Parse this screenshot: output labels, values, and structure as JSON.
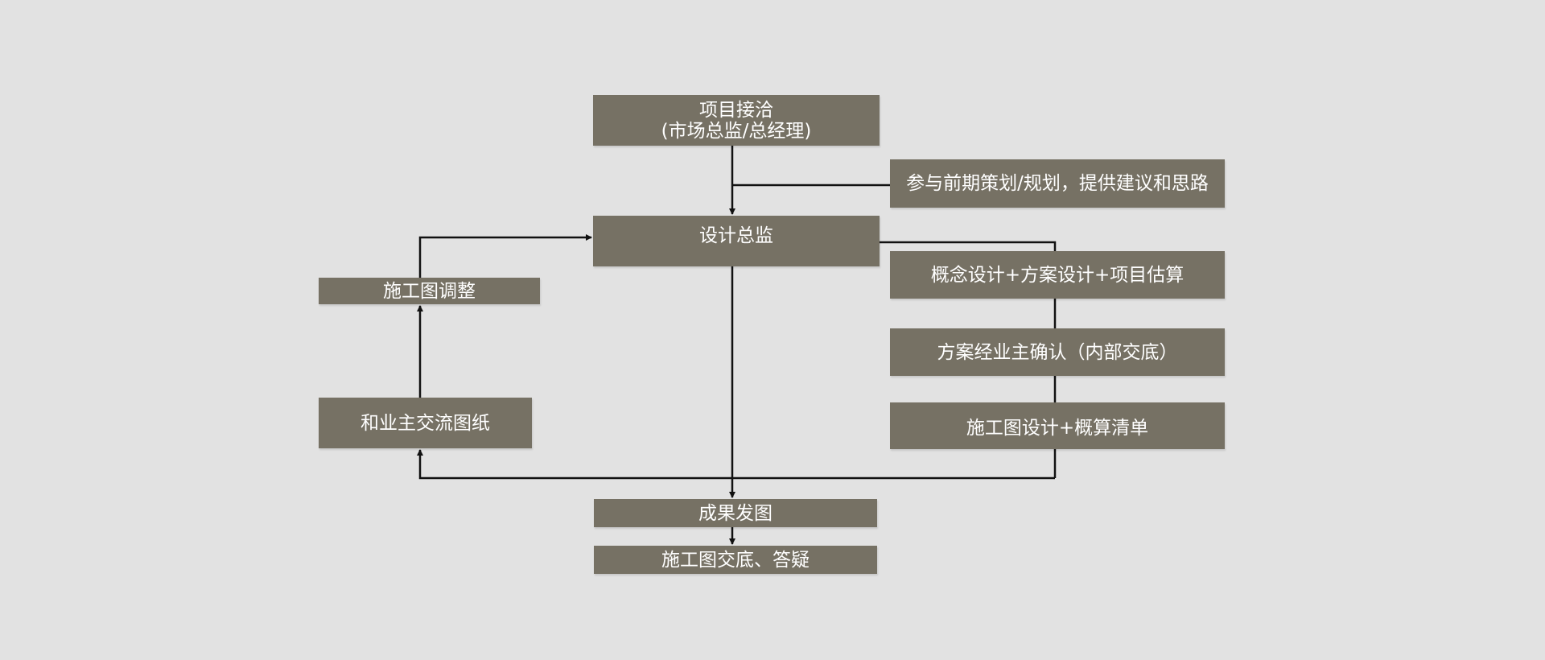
{
  "colors": {
    "background": "#e2e2e2",
    "box": "#767164",
    "line": "#111111"
  },
  "nodes": {
    "project_intake": {
      "line1": "项目接洽",
      "line2": "(市场总监/总经理)"
    },
    "early_planning": "参与前期策划/规划，提供建议和思路",
    "design_director": "设计总监",
    "concept_design": "概念设计+方案设计+项目估算",
    "scheme_confirm": "方案经业主确认（内部交底）",
    "construction_design": "施工图设计+概算清单",
    "drawing_adjust": "施工图调整",
    "owner_exchange": "和业主交流图纸",
    "result_issue": "成果发图",
    "disclosure_qa": "施工图交底、答疑"
  }
}
